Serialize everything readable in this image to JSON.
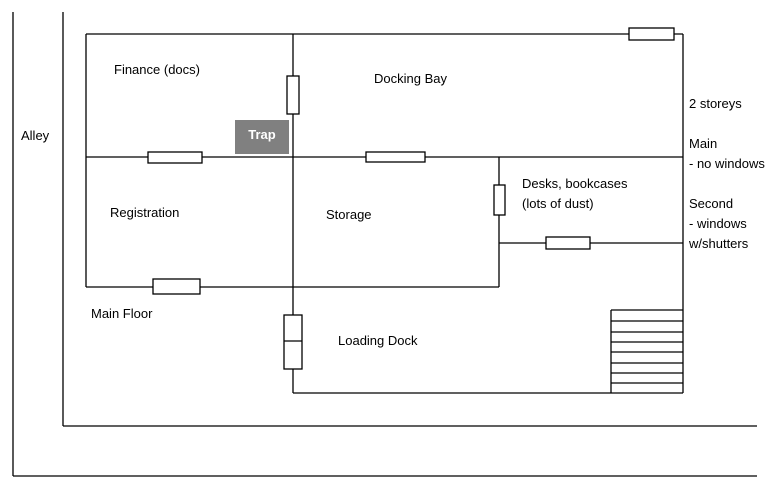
{
  "labels": {
    "alley": "Alley",
    "finance": "Finance (docs)",
    "docking_bay": "Docking Bay",
    "trap": "Trap",
    "registration": "Registration",
    "storage": "Storage",
    "desks_line1": "Desks, bookcases",
    "desks_line2": "(lots of dust)",
    "main_floor": "Main Floor",
    "loading_dock": "Loading Dock"
  },
  "notes": {
    "storeys": "2 storeys",
    "main": "Main",
    "main_detail": "- no windows",
    "second": "Second",
    "second_detail1": "- windows",
    "second_detail2": "w/shutters"
  },
  "colors": {
    "trap": "#808080",
    "lines": "#000000"
  }
}
